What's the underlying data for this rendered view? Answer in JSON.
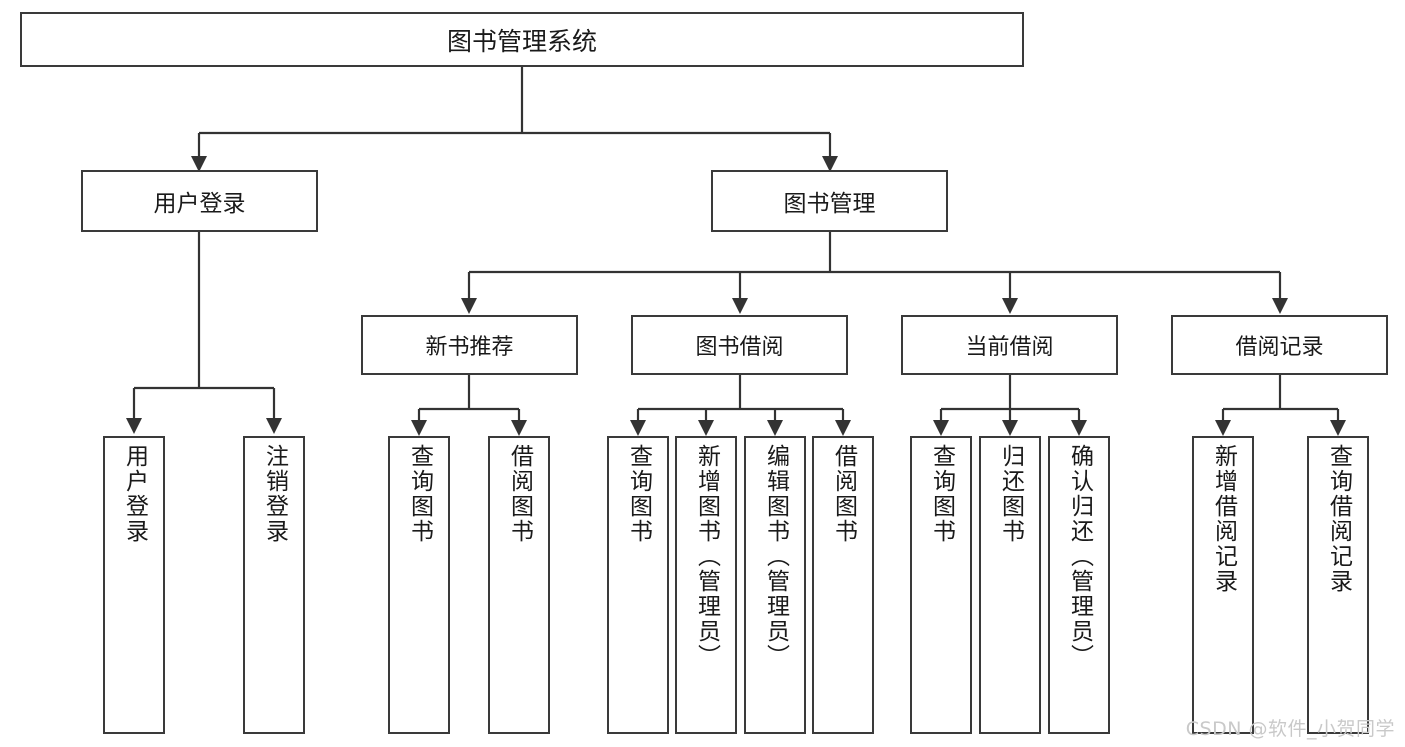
{
  "diagram": {
    "title": "图书管理系统",
    "type": "function-structure-tree",
    "root": {
      "id": "root",
      "label": "图书管理系统"
    },
    "level2": [
      {
        "id": "user-login",
        "label": "用户登录"
      },
      {
        "id": "book-manage",
        "label": "图书管理"
      }
    ],
    "level3": [
      {
        "id": "new-book-recommend",
        "label": "新书推荐",
        "parent": "book-manage"
      },
      {
        "id": "book-borrow",
        "label": "图书借阅",
        "parent": "book-manage"
      },
      {
        "id": "current-borrow",
        "label": "当前借阅",
        "parent": "book-manage"
      },
      {
        "id": "borrow-record",
        "label": "借阅记录",
        "parent": "book-manage"
      }
    ],
    "leaves": [
      {
        "id": "leaf-user-login",
        "label": "用户登录",
        "parent": "user-login"
      },
      {
        "id": "leaf-user-logout",
        "label": "注销登录",
        "parent": "user-login"
      },
      {
        "id": "leaf-query-book-1",
        "label": "查询图书",
        "parent": "new-book-recommend"
      },
      {
        "id": "leaf-borrow-book-1",
        "label": "借阅图书",
        "parent": "new-book-recommend"
      },
      {
        "id": "leaf-query-book-2",
        "label": "查询图书",
        "parent": "book-borrow"
      },
      {
        "id": "leaf-add-book",
        "label": "新增图书（管理员）",
        "parent": "book-borrow"
      },
      {
        "id": "leaf-edit-book",
        "label": "编辑图书（管理员）",
        "parent": "book-borrow"
      },
      {
        "id": "leaf-borrow-book-2",
        "label": "借阅图书",
        "parent": "book-borrow"
      },
      {
        "id": "leaf-query-book-3",
        "label": "查询图书",
        "parent": "current-borrow"
      },
      {
        "id": "leaf-return-book",
        "label": "归还图书",
        "parent": "current-borrow"
      },
      {
        "id": "leaf-confirm-return",
        "label": "确认归还（管理员）",
        "parent": "current-borrow"
      },
      {
        "id": "leaf-add-record",
        "label": "新增借阅记录",
        "parent": "borrow-record"
      },
      {
        "id": "leaf-query-record",
        "label": "查询借阅记录",
        "parent": "borrow-record"
      }
    ]
  },
  "watermark": {
    "text": "CSDN @软件_小贺同学"
  },
  "colors": {
    "box_border": "#3a3a3a",
    "connector": "#333333",
    "text": "#1a1a1a",
    "background": "#ffffff",
    "watermark": "#c9c9c9"
  }
}
